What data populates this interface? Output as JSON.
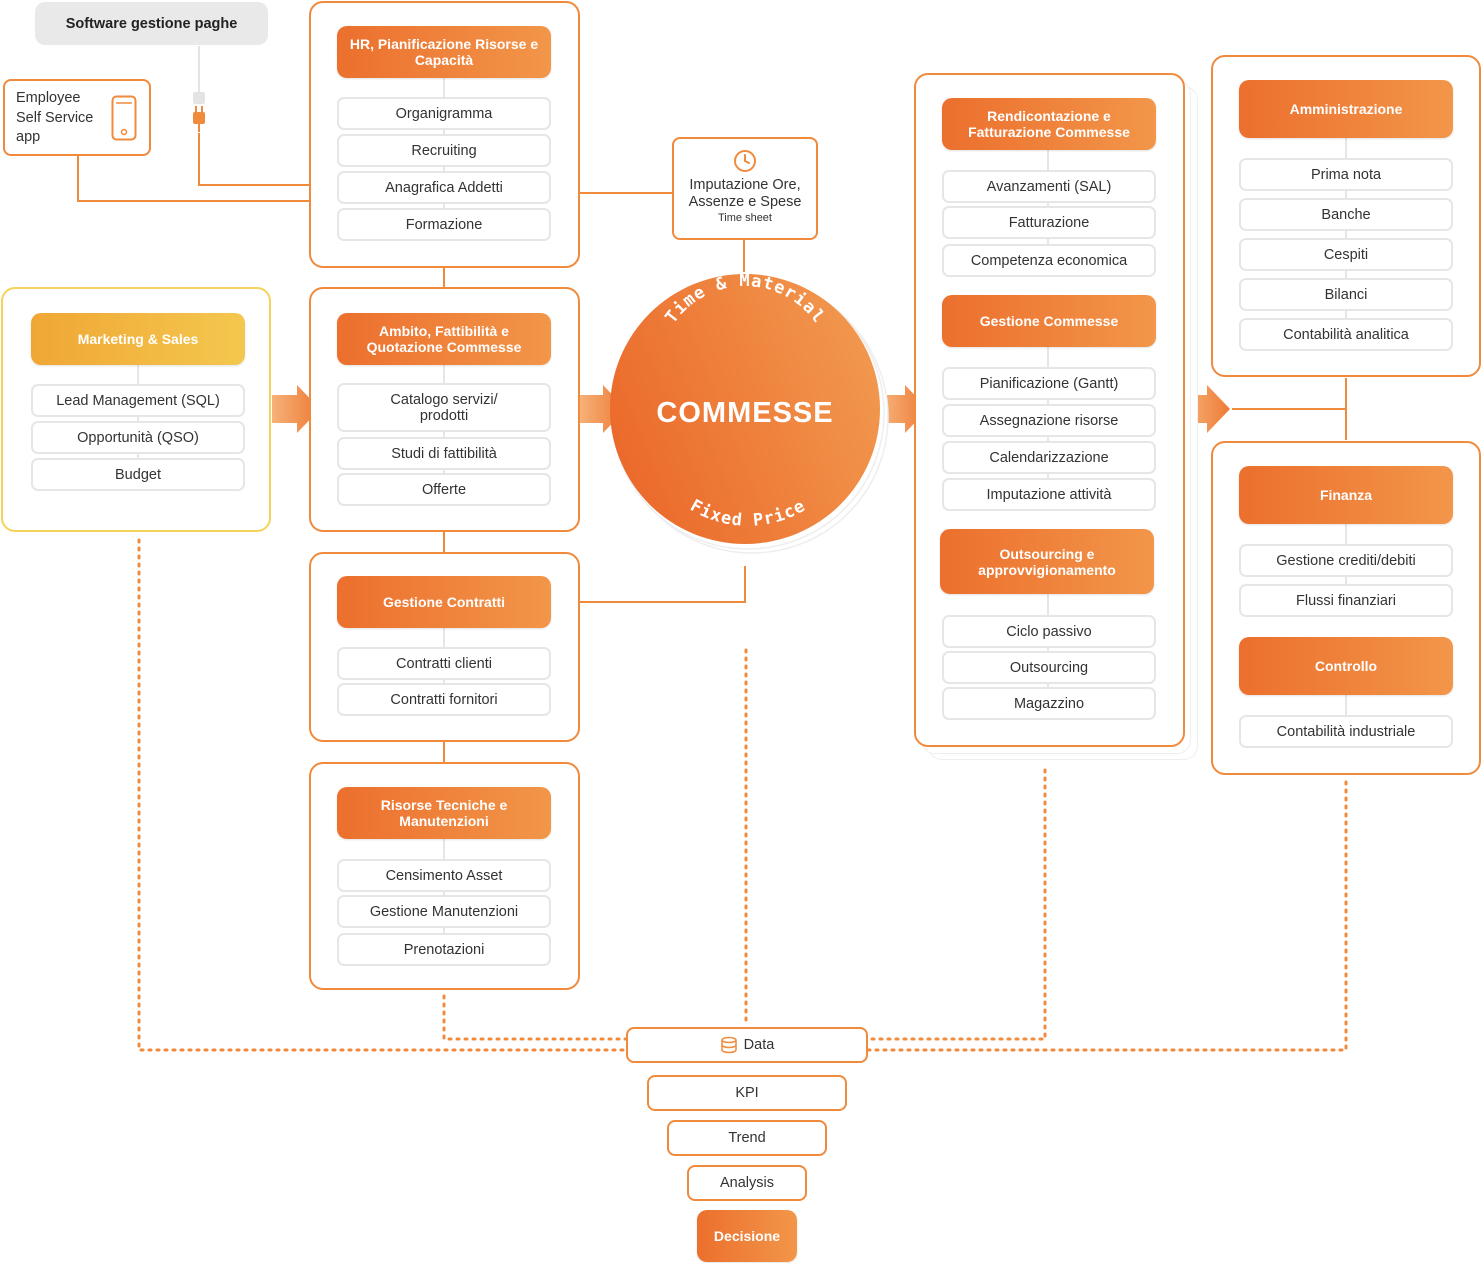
{
  "colors": {
    "accent": "#f08a3c",
    "accent_dark": "#ec6f2d",
    "yellow": "#f3c84e",
    "grey_pill": "#e9e9e9"
  },
  "top": {
    "payroll": "Software gestione paghe",
    "ess": {
      "line1": "Employee",
      "line2": "Self Service",
      "line3": "app",
      "icon": "smartphone-icon",
      "plug_icon": "plug-icon"
    }
  },
  "hr": {
    "title": "HR, Pianificazione Risorse e Capacità",
    "items": [
      "Organigramma",
      "Recruiting",
      "Anagrafica Addetti",
      "Formazione"
    ]
  },
  "timesheet": {
    "icon": "clock-icon",
    "line1": "Imputazione Ore,",
    "line2": "Assenze e Spese",
    "line3": "Time sheet"
  },
  "marketing": {
    "title": "Marketing & Sales",
    "items": [
      "Lead Management (SQL)",
      "Opportunità (QSO)",
      "Budget"
    ]
  },
  "ambito": {
    "title": "Ambito, Fattibilità e Quotazione Commesse",
    "items": [
      "Catalogo servizi/ prodotti",
      "Studi di fattibilità",
      "Offerte"
    ]
  },
  "contratti": {
    "title": "Gestione Contratti",
    "items": [
      "Contratti clienti",
      "Contratti fornitori"
    ]
  },
  "risorse": {
    "title": "Risorse Tecniche e Manutenzioni",
    "items": [
      "Censimento Asset",
      "Gestione Manutenzioni",
      "Prenotazioni"
    ]
  },
  "commesse": {
    "title": "COMMESSE",
    "top_arc": "Time & Material",
    "bottom_arc": "Fixed Price"
  },
  "rendicontazione": {
    "title": "Rendicontazione e Fatturazione Commesse",
    "items": [
      "Avanzamenti (SAL)",
      "Fatturazione",
      "Competenza economica"
    ]
  },
  "gestione_commesse": {
    "title": "Gestione Commesse",
    "items": [
      "Pianificazione (Gantt)",
      "Assegnazione risorse",
      "Calendarizzazione",
      "Imputazione attività"
    ]
  },
  "outsourcing": {
    "title": "Outsourcing e approvvigionamento",
    "items": [
      "Ciclo passivo",
      "Outsourcing",
      "Magazzino"
    ]
  },
  "amministrazione": {
    "title": "Amministrazione",
    "items": [
      "Prima nota",
      "Banche",
      "Cespiti",
      "Bilanci",
      "Contabilità analitica"
    ]
  },
  "finanza": {
    "title": "Finanza",
    "items": [
      "Gestione crediti/debiti",
      "Flussi finanziari"
    ]
  },
  "controllo": {
    "title": "Controllo",
    "items": [
      "Contabilità industriale"
    ]
  },
  "funnel": {
    "data": "Data",
    "data_icon": "database-icon",
    "kpi": "KPI",
    "trend": "Trend",
    "analysis": "Analysis",
    "decision": "Decisione"
  }
}
